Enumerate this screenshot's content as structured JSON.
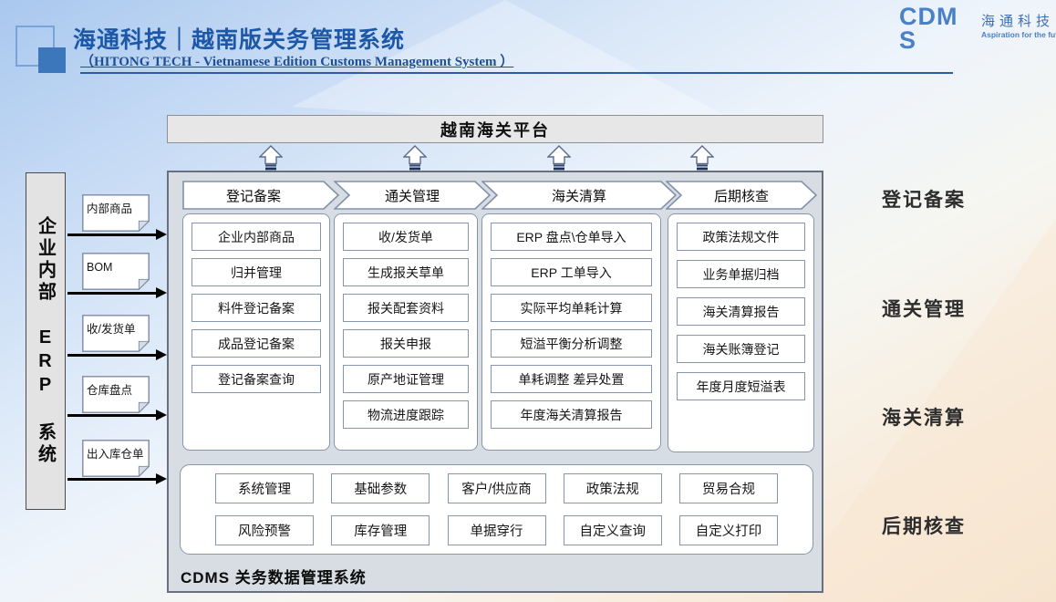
{
  "header": {
    "title": "海通科技｜越南版关务管理系统",
    "subtitle": "（HITONG TECH - Vietnamese Edition Customs Management System ）",
    "cdms_logo": "CDMS",
    "company_name": "海通科技",
    "company_tagline": "Aspiration for the future",
    "colors": {
      "title_blue": "#1d58a8",
      "accent_line": "#2a5ca8",
      "logo_blue": "#4a80c4"
    }
  },
  "platform_banner": "越南海关平台",
  "erp": {
    "label": "企业内部 ERP 系统",
    "documents": [
      "内部商品",
      "BOM",
      "收/发货单",
      "仓库盘点",
      "出入库仓单"
    ]
  },
  "columns": [
    {
      "header": "登记备案",
      "items": [
        "企业内部商品",
        "归并管理",
        "料件登记备案",
        "成品登记备案",
        "登记备案查询"
      ]
    },
    {
      "header": "通关管理",
      "items": [
        "收/发货单",
        "生成报关草单",
        "报关配套资料",
        "报关申报",
        "原产地证管理",
        "物流进度跟踪"
      ]
    },
    {
      "header": "海关清算",
      "items": [
        "ERP 盘点\\仓单导入",
        "ERP 工单导入",
        "实际平均单耗计算",
        "短溢平衡分析调整",
        "单耗调整 差异处置",
        "年度海关清算报告"
      ]
    },
    {
      "header": "后期核查",
      "items": [
        "政策法规文件",
        "业务单据归档",
        "海关清算报告",
        "海关账簿登记",
        "年度月度短溢表"
      ]
    }
  ],
  "bottom": {
    "rows": [
      [
        "系统管理",
        "基础参数",
        "客户/供应商",
        "政策法规",
        "贸易合规"
      ],
      [
        "风险预警",
        "库存管理",
        "单据穿行",
        "自定义查询",
        "自定义打印"
      ]
    ],
    "label": "CDMS 关务数据管理系统"
  },
  "side_labels": [
    "登记备案",
    "通关管理",
    "海关清算",
    "后期核查"
  ]
}
